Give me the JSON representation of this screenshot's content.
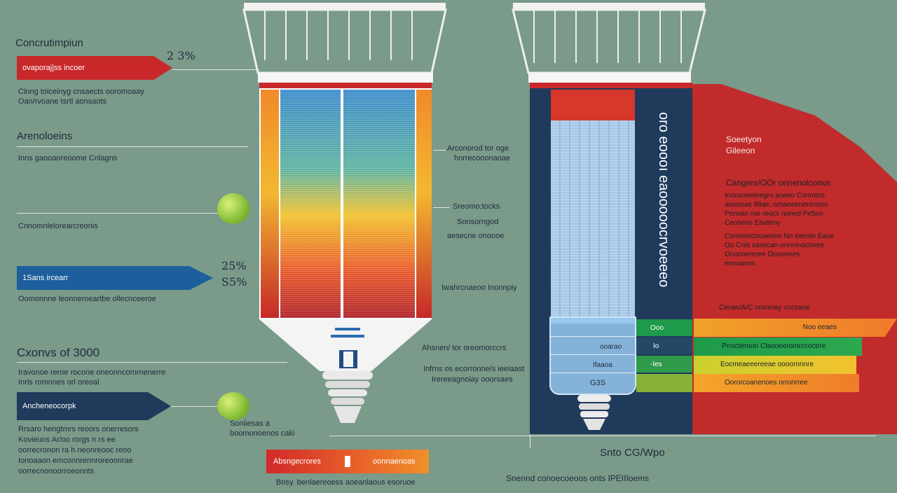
{
  "left": {
    "title": "Concrutimpiun",
    "red_banner": "ovaporaj|ss incoer",
    "red_pct": "2 3%",
    "red_desc_1": "Cinng toiceinyg cnsaects ooromoaay",
    "red_desc_2": "Oan/rvoane tsrtl aonsaots",
    "section2_title": "Arenoloeins",
    "section2_desc": "Inns gaooaoreoome Cnlagns",
    "section3_desc": "Cnnomnlelorearcreonis",
    "blue_banner": "1Sans ircearr",
    "blue_pct_1": "25%",
    "blue_pct_2": "S5%",
    "blue_desc": "Oomonnne leonneroeartbe ollecnceeroe",
    "section4_title": "Cxonvs of 3000",
    "section4_desc_1": "Iravonoe reroe rocone oneonncomrnenerre",
    "section4_desc_2": "Inrls romnnes orl oreoal",
    "navy_banner": "Ancheneocorpk",
    "navy_desc_1": "Rrsaro hengtmrs reoors onerresors",
    "navy_desc_2": "Kovieuns Ar/oo rorgs n rs ee",
    "navy_desc_3": "oorrecronon ra h neonreooc reoo",
    "navy_desc_4": "Ionoaaon emconnrennroreoonrae",
    "navy_desc_5": "oorrecnonoorroeonnts"
  },
  "center": {
    "label_1a": "Arconorod tor oge",
    "label_1b": "hnrrecooonaoae",
    "label_2a": "Sreomo;tocks",
    "label_2b": "Sonsorngod",
    "label_2c": "aesecne onoooe",
    "label_3": "Iwahrcnaeoo Inonnpiy",
    "label_4": "Ahsnen/ tor oreomorccrs",
    "label_5a": "Infrns os ecorronne/s ieeiaast",
    "label_5b": "Irereeagnoiay ooorsaes",
    "ball_label_1": "Soniiesas a",
    "ball_label_2": "boomonoenos caki",
    "bottom_banner_left": "Absngecrores",
    "bottom_banner_right": "oonnaenoas",
    "bottom_caption": "Bosy. benlaereoess aoeanlaous esoruoe"
  },
  "right": {
    "vertical_text": "oro eoooı eaooooocrvoeeeo",
    "red_title_1": "Soeetyon",
    "red_title_2": "Gileeon",
    "red_sub": "Cangers/OOr onnenolconus",
    "red_p1_1": "Inonsoeeteegro aoeeo Comntes",
    "red_p1_2": "aoooeae 88ae, omaeeenerennos",
    "red_p1_3": "Pensan roe reocs noned Pe5on",
    "red_p1_4": "Ceonens Ebuteny",
    "red_p2_1": "Conomncooaeone Nn eaeste Eaue",
    "red_p2_2": "Oo Cnis sasecan onnnmacloore",
    "red_p2_3": "Onoonereore Dononnes",
    "red_p2_4": "eenoanes",
    "axis_label": "Cenas/A/C oroninay cnceaoe",
    "stripe_1": "Noo eeaes",
    "stripe_2": "Prrocteroon Claooeeromrccoctrre",
    "stripe_3": "Eocmeaeeereeae oooornnnre",
    "stripe_4": "Oororcoanenoes orronrree",
    "tank_1": "Ooo",
    "tank_2": "Io",
    "tank_3": "-Ies",
    "tank_l1": "ooarao",
    "tank_l2": "Ifaaoa",
    "tank_l3": "G3S",
    "bottom_title": "Snto CG/Wpo",
    "bottom_caption": "Snennd conoecoeoos onts IPEIIIoems"
  }
}
